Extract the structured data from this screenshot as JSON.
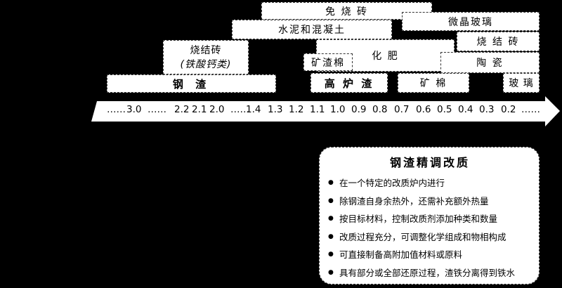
{
  "materials": {
    "free_burning_brick": "免 烧 砖",
    "glass_ceramic": "微晶玻璃",
    "cement_concrete": "水泥和混凝土",
    "fired_brick": "烧结砖",
    "fired_brick_sub": "(铁酸钙类)",
    "slag_wool": "矿渣棉",
    "chemical_fertilizer": "化  肥",
    "fired_brick_right": "烧 结 砖",
    "ceramic": "陶 瓷",
    "steel_slag": "钢  渣",
    "blast_furnace_slag": "高 炉 渣",
    "mineral_wool": "矿  棉",
    "glass": "玻 璃"
  },
  "scale": {
    "ticks": [
      "……",
      "3.0",
      "……",
      "2.2",
      "2.1",
      "2.0",
      "……",
      "1.4",
      "1.3",
      "1.2",
      "1.1",
      "1.0",
      "0.9",
      "0.8",
      "0.7",
      "0.6",
      "0.5",
      "0.4",
      "0.3",
      "0.2",
      "……"
    ]
  },
  "panel": {
    "title": "钢渣精调改质",
    "items": [
      "在一个特定的改质炉内进行",
      "除钢渣自身余热外，还需补充额外热量",
      "按目标材料，控制改质剂添加种类和数量",
      "改质过程充分，可调整化学组成和物相构成",
      "可直接制备高附加值材料或原料",
      "具有部分或全部还原过程，渣铁分离得到铁水"
    ]
  }
}
